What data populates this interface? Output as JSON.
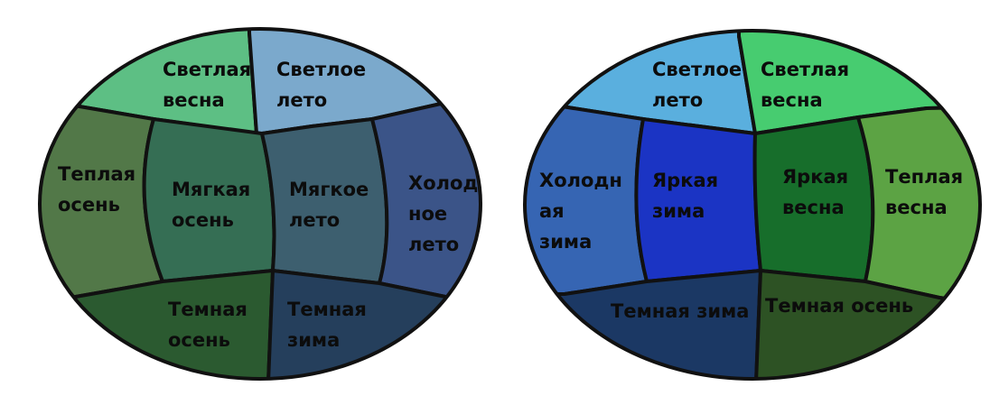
{
  "left_wheel": {
    "sectors": [
      {
        "id": "light_spring",
        "lines": [
          "Светлая",
          "весна"
        ],
        "color": "#5dbf84"
      },
      {
        "id": "light_summer",
        "lines": [
          "Светлое",
          "лето"
        ],
        "color": "#7ba9cc"
      },
      {
        "id": "warm_autumn",
        "lines": [
          "Теплая",
          "осень"
        ],
        "color": "#527848"
      },
      {
        "id": "soft_autumn",
        "lines": [
          "Мягкая",
          "осень"
        ],
        "color": "#356e54"
      },
      {
        "id": "soft_summer",
        "lines": [
          "Мягкое",
          "лето"
        ],
        "color": "#3d5f6f"
      },
      {
        "id": "cool_summer",
        "lines": [
          "Холод",
          "ное",
          "лето"
        ],
        "color": "#3b5488"
      },
      {
        "id": "dark_autumn",
        "lines": [
          "Темная",
          "осень"
        ],
        "color": "#2b5a30"
      },
      {
        "id": "dark_winter",
        "lines": [
          "Темная",
          "зима"
        ],
        "color": "#253f5c"
      }
    ]
  },
  "right_wheel": {
    "sectors": [
      {
        "id": "light_summer",
        "lines": [
          "Светлое",
          "лето"
        ],
        "color": "#5aafde"
      },
      {
        "id": "light_spring",
        "lines": [
          "Светлая",
          "весна"
        ],
        "color": "#47cc70"
      },
      {
        "id": "cool_winter",
        "lines": [
          "Холодн",
          "ая",
          "зима"
        ],
        "color": "#3665b3"
      },
      {
        "id": "bright_winter",
        "lines": [
          "Яркая",
          "зима"
        ],
        "color": "#1b34c4"
      },
      {
        "id": "bright_spring",
        "lines": [
          "Яркая",
          "весна"
        ],
        "color": "#176e2b"
      },
      {
        "id": "warm_spring",
        "lines": [
          "Теплая",
          "весна"
        ],
        "color": "#5ca344"
      },
      {
        "id": "dark_winter",
        "lines": [
          "Темная зима"
        ],
        "color": "#1b3864"
      },
      {
        "id": "dark_autumn",
        "lines": [
          "Темная осень"
        ],
        "color": "#2d5224"
      }
    ]
  }
}
